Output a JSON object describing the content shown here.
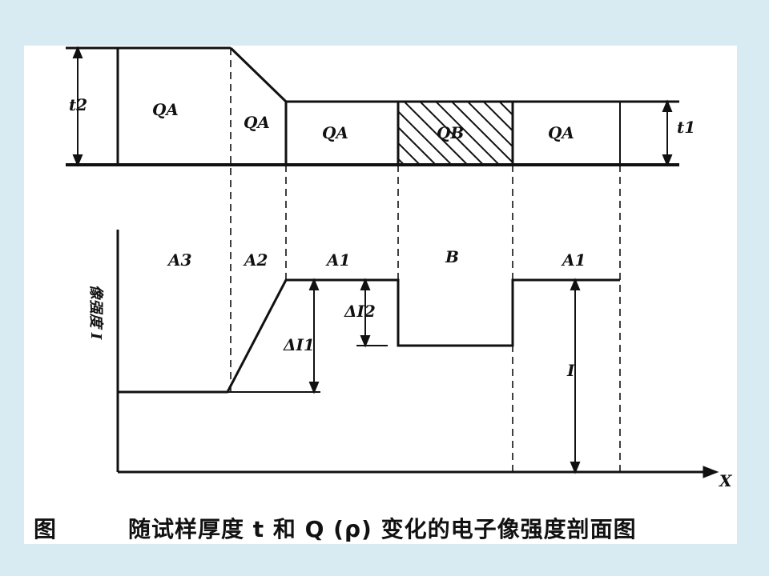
{
  "caption": {
    "prefix": "图",
    "text": "随试样厚度 t 和 Q (ρ) 变化的电子像强度剖面图"
  },
  "thickness_labels": {
    "t2": "t2",
    "t1": "t1"
  },
  "specimen_regions": [
    {
      "id": "region-1",
      "label": "QA",
      "material": "A"
    },
    {
      "id": "region-2",
      "label": "QA",
      "material": "A"
    },
    {
      "id": "region-3",
      "label": "QA",
      "material": "A"
    },
    {
      "id": "region-4",
      "label": "QB",
      "material": "B",
      "hatched": true
    },
    {
      "id": "region-5",
      "label": "QA",
      "material": "A"
    }
  ],
  "intensity_regions": [
    {
      "id": "zone-a3",
      "label": "A3"
    },
    {
      "id": "zone-a2",
      "label": "A2"
    },
    {
      "id": "zone-a1-left",
      "label": "A1"
    },
    {
      "id": "zone-b",
      "label": "B"
    },
    {
      "id": "zone-a1-right",
      "label": "A1"
    }
  ],
  "axis": {
    "y_label": "像强度 I",
    "x_label": "X"
  },
  "annotations": {
    "delta_i1": "ΔI1",
    "delta_i2": "ΔI2",
    "i_label": "I"
  },
  "colors": {
    "background": "#d9ebf2",
    "figure": "#ffffff",
    "ink": "#111111"
  }
}
